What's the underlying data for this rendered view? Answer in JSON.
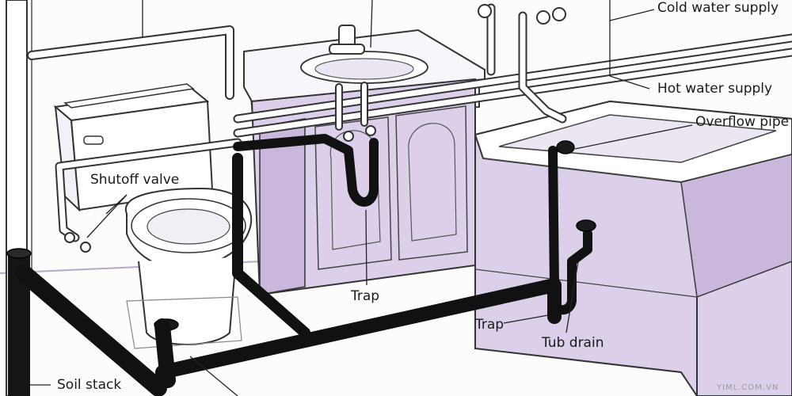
{
  "labels": {
    "cold_water_supply": "Cold water supply",
    "hot_water_supply": "Hot water supply",
    "overflow_pipe": "Overflow pipe",
    "shutoff_valve": "Shutoff valve",
    "trap_sink": "Trap",
    "trap_tub": "Trap",
    "tub_drain": "Tub drain",
    "soil_stack": "Soil stack"
  },
  "watermark": "YIML.COM.VN",
  "colors": {
    "fixture_fill": "#dccfea",
    "fixture_shadow": "#c9b8dc",
    "drain_pipe": "#111111",
    "supply_pipe": "#ffffff",
    "outline": "#3a3a3a"
  }
}
